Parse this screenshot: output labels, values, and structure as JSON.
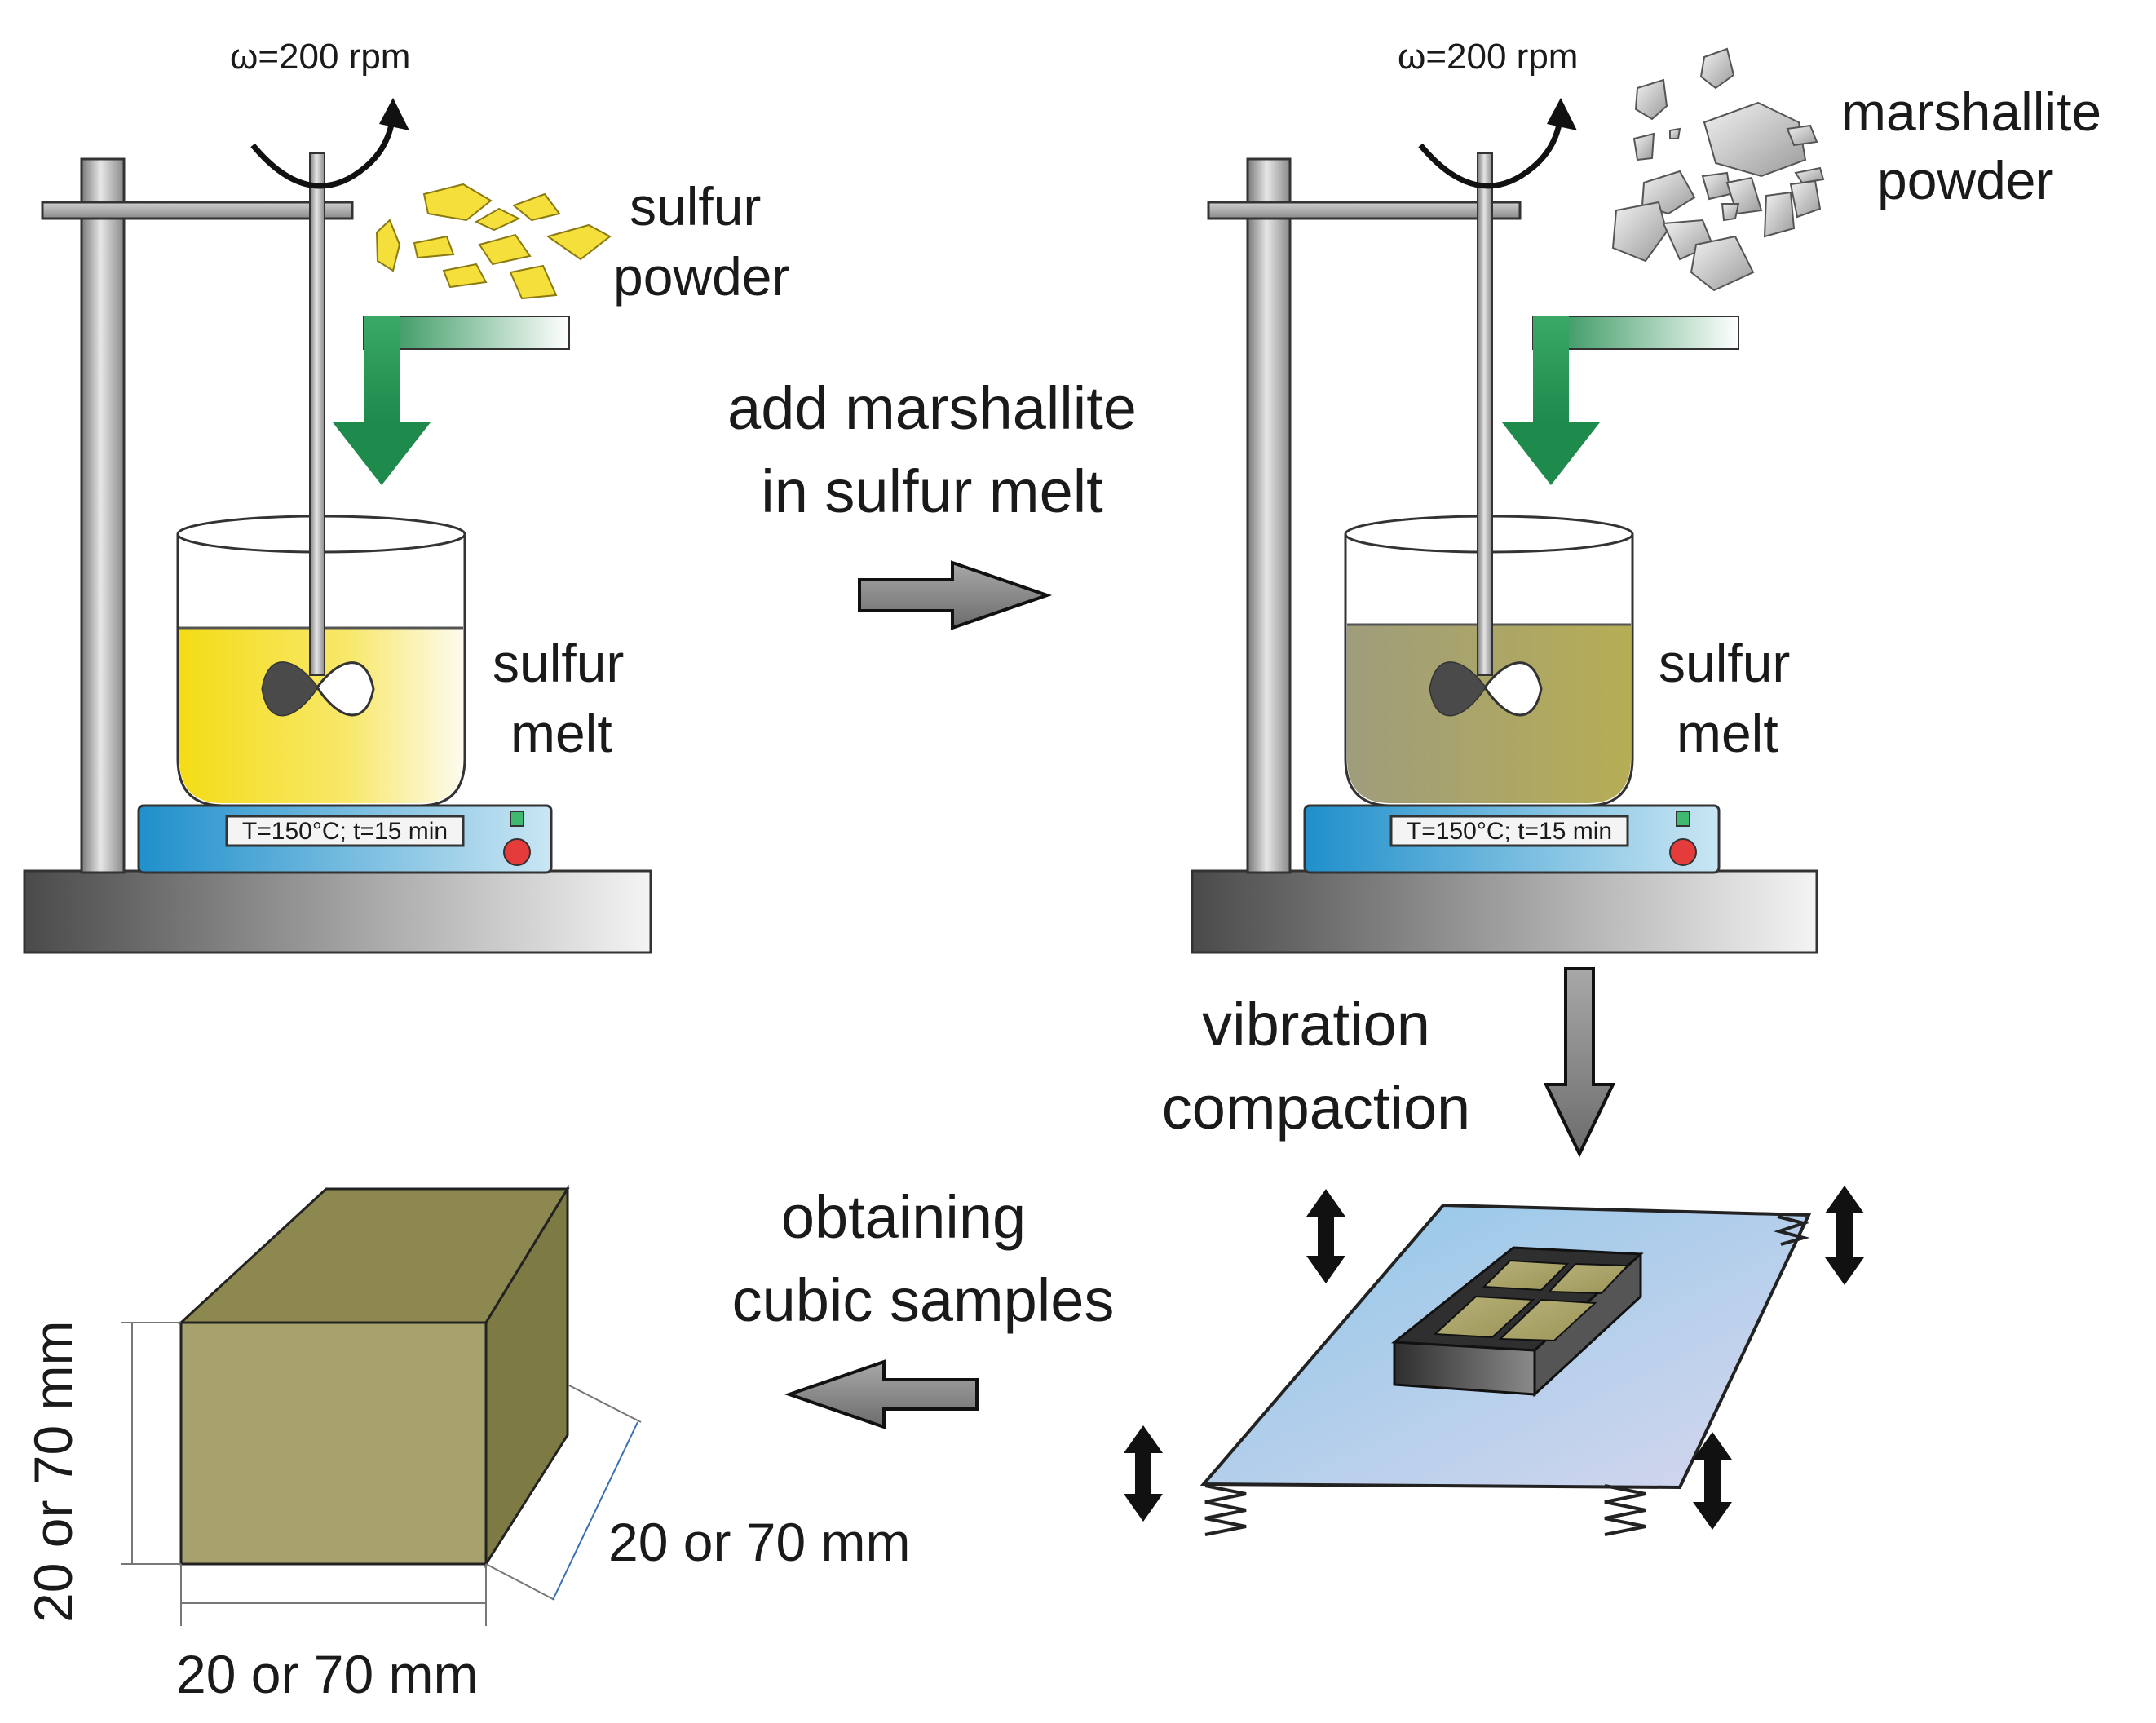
{
  "panel_1": {
    "rpm_label": "ω=200 rpm",
    "powder_label_line1": "sulfur",
    "powder_label_line2": "powder",
    "melt_label_line1": "sulfur",
    "melt_label_line2": "melt",
    "display_text": "T=150°C; t=15 min"
  },
  "step_1": {
    "line1": "add marshallite",
    "line2": "in sulfur melt"
  },
  "panel_2": {
    "rpm_label": "ω=200 rpm",
    "powder_label_line1": "marshallite",
    "powder_label_line2": "powder",
    "melt_label_line1": "sulfur",
    "melt_label_line2": "melt",
    "display_text": "T=150°C; t=15 min"
  },
  "step_2": {
    "line1": "vibration",
    "line2": "compaction"
  },
  "step_3": {
    "line1": "obtaining",
    "line2": "cubic samples"
  },
  "cube": {
    "height_label": "20 or 70 mm",
    "width_label": "20 or 70 mm",
    "depth_label": "20 or 70 mm"
  },
  "colors": {
    "sulfur_yellow": "#f5df1e",
    "marshallite_melt": "#a8a261",
    "cube_front": "#a5a06c",
    "cube_top": "#8d894e",
    "cube_side": "#7f7b44",
    "hotplate_blue": "#2ea3d6",
    "funnel_green": "#2a9a58",
    "platform_blue": "#b6d8ee"
  }
}
